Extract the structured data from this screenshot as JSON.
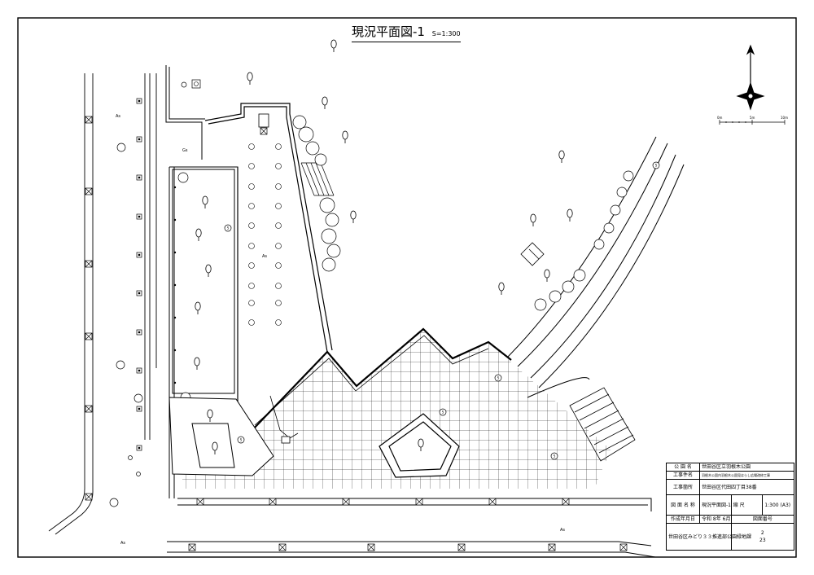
{
  "drawing_title": "現況平面図-1",
  "drawing_scale_note": "S=1:300",
  "scale_bar": {
    "ticks": [
      "0m",
      "5m",
      "10m"
    ]
  },
  "map_labels": {
    "as_left_1": "As",
    "as_left_2": "As",
    "as_bottom": "As",
    "as_bottom_right": "As",
    "gs": "Gs",
    "as_plaza": "As"
  },
  "title_block": {
    "park_name_label": "公 園 名",
    "park_name": "世田谷区立羽根木公園",
    "work_name_label": "工事件名",
    "work_name": "羽根木公園内羽根木公園見はらし広場改修工事",
    "work_place_label": "工事箇所",
    "work_place": "世田谷区代田四丁目38番",
    "drawing_name_label": "図 面 名 称",
    "drawing_name": "現況平面図-1",
    "scale_label": "縮 尺",
    "scale_value": "1:300 (A3)",
    "date_label": "作成年月日",
    "date_value": "令和 8年 6月",
    "drawing_no_label": "図面番号",
    "office": "世田谷区みどり３３推進部公園緑地課",
    "sheet_no": "2",
    "sheet_total": "23"
  }
}
